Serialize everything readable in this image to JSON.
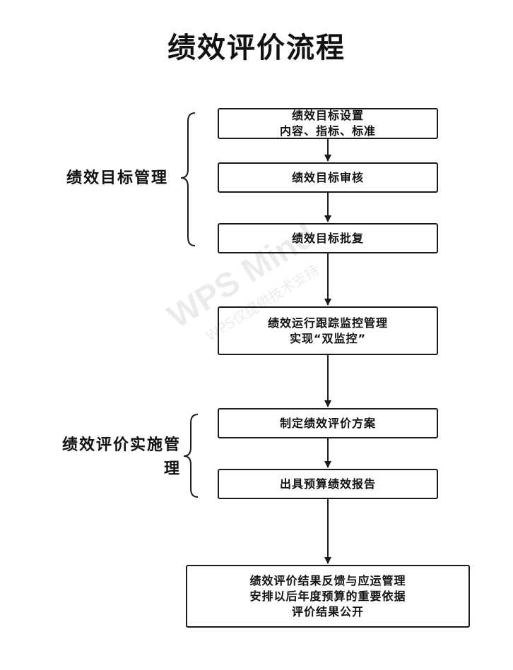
{
  "title": "绩效评价流程",
  "groups": {
    "target_management": "绩效目标管理",
    "implementation_management_line1": "绩效评价实施管",
    "implementation_management_line2": "理"
  },
  "steps": {
    "target_setting": {
      "line1": "绩效目标设置",
      "line2": "内容、指标、标准"
    },
    "target_review": {
      "line1": "绩效目标审核"
    },
    "target_approval": {
      "line1": "绩效目标批复"
    },
    "tracking_monitoring": {
      "line1": "绩效运行跟踪监控管理",
      "line2": "实现“双监控”"
    },
    "plan_formulation": {
      "line1": "制定绩效评价方案"
    },
    "report_issuance": {
      "line1": "出具预算绩效报告"
    },
    "results_application": {
      "line1": "绩效评价结果反馈与应运管理",
      "line2": "安排以后年度预算的重要依据",
      "line3": "评价结果公开"
    }
  },
  "watermark": {
    "main": "WPS Mind",
    "sub": "WPS仅提供技术支持"
  }
}
